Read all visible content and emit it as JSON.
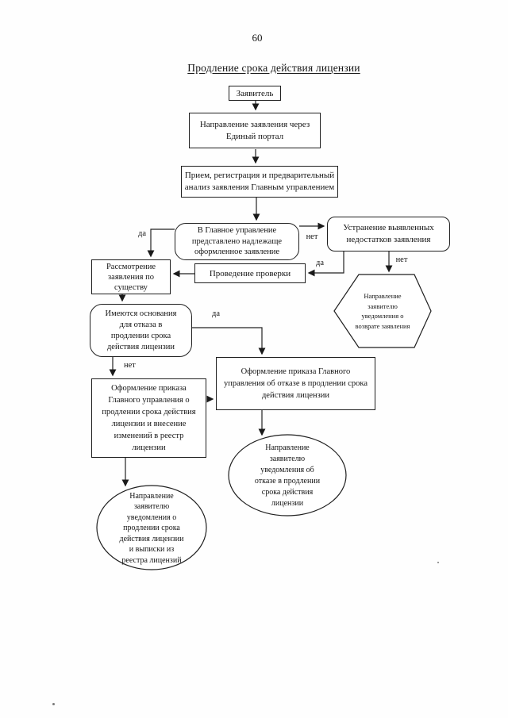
{
  "page": {
    "number": "60",
    "title": "Продление срока действия лицензии"
  },
  "nodes": {
    "applicant": {
      "text": "Заявитель"
    },
    "portal": {
      "text": "Направление заявления через\nЕдиный портал"
    },
    "intake": {
      "text": "Прием, регистрация и предварительный\nанализ заявления Главным управлением"
    },
    "proper_application": {
      "text": "В Главное управление\nпредставлено надлежаще\nоформленное заявление"
    },
    "fix_defects": {
      "text": "Устранение выявленных\nнедостатков заявления"
    },
    "inspection": {
      "text": "Проведение проверки"
    },
    "review": {
      "text": "Рассмотрение\nзаявления по\nсуществу"
    },
    "refusal_grounds": {
      "text": "Имеются основания\nдля отказа в\nпродлении срока\nдействия лицензии"
    },
    "order_extend": {
      "text": "Оформление приказа\nГлавного управления о\nпродлении срока действия\nлицензии и внесение\nизменений в реестр\nлицензии"
    },
    "order_refuse": {
      "text": "Оформление приказа Главного\nуправления об отказе в продлении срока\nдействия лицензии"
    },
    "notify_return": {
      "text": "Направление\nзаявителю\nуведомления о\nвозврате заявления"
    },
    "notify_extend": {
      "text": "Направление\nзаявителю\nуведомления о\nпродлении срока\nдействия лицензии\nи выписки из\nреестра лицензий"
    },
    "notify_refuse": {
      "text": "Направление\nзаявителю\nуведомления об\nотказе в продлении\nсрока действия\nлицензии"
    }
  },
  "edge_labels": {
    "no1": "нет",
    "yes1": "да",
    "yes2": "да",
    "no2": "нет",
    "yes3": "да",
    "no3": "нет"
  },
  "colors": {
    "ink": "#1f1f1f",
    "paper": "#fefefe"
  }
}
